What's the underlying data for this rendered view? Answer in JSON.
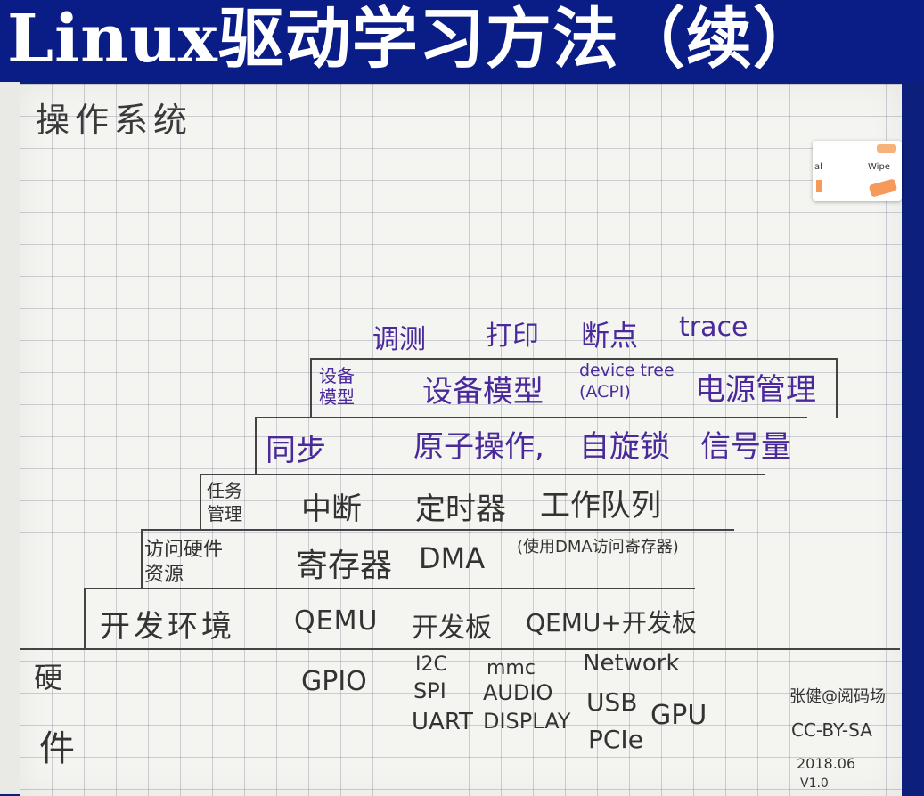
{
  "title": "Linux驱动学习方法（续）",
  "os_label": "操作系统",
  "debug_row": [
    "调测",
    "打印",
    "断点",
    "trace"
  ],
  "levels": [
    {
      "label": "设备\n模型",
      "items": [
        "设备模型",
        "device tree\n(ACPI)",
        "电源管理"
      ]
    },
    {
      "label": "同步",
      "items": [
        "原子操作,",
        "自旋锁",
        "信号量"
      ]
    },
    {
      "label": "任务\n管理",
      "items": [
        "中断",
        "定时器",
        "工作队列"
      ]
    },
    {
      "label": "访问硬件\n资源",
      "items": [
        "寄存器",
        "DMA",
        "(使用DMA访问寄存器)"
      ]
    },
    {
      "label": "开发环境",
      "items": [
        "QEMU",
        "开发板",
        "QEMU+开发板"
      ]
    }
  ],
  "hardware": {
    "label": "硬件",
    "items": [
      "GPIO",
      "I2C",
      "SPI",
      "UART",
      "mmc",
      "AUDIO",
      "DISPLAY",
      "Network",
      "USB",
      "PCIe",
      "GPU"
    ]
  },
  "author": {
    "name": "张健@阅码场",
    "license": "CC-BY-SA",
    "date": "2018.06",
    "version": "V1.0"
  },
  "popup": {
    "left_text": "al",
    "right_text": "Wipe"
  }
}
